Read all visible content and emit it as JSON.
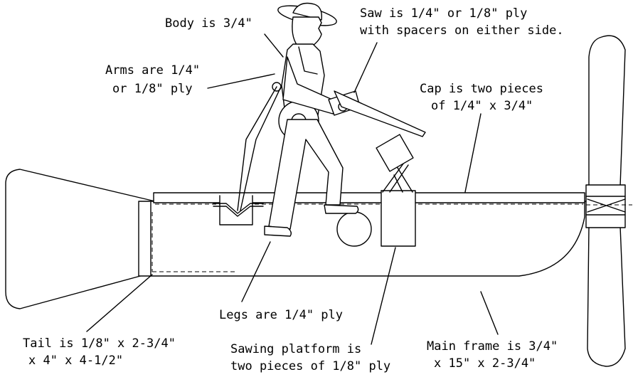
{
  "labels": {
    "body": "Body is 3/4\"",
    "saw_1": "Saw is 1/4\" or 1/8\" ply",
    "saw_2": "with spacers on either side.",
    "arms_1": "Arms are 1/4\"",
    "arms_2": "or 1/8\" ply",
    "cap_1": "Cap is two pieces",
    "cap_2": "of 1/4\" x 3/4\"",
    "legs": "Legs are 1/4\" ply",
    "tail_1": "Tail is 1/8\" x 2-3/4\"",
    "tail_2": "x 4\" x 4-1/2\"",
    "platform_1": "Sawing platform is",
    "platform_2": "two pieces of 1/8\" ply",
    "frame_1": "Main frame is 3/4\"",
    "frame_2": "x 15\" x 2-3/4\""
  }
}
